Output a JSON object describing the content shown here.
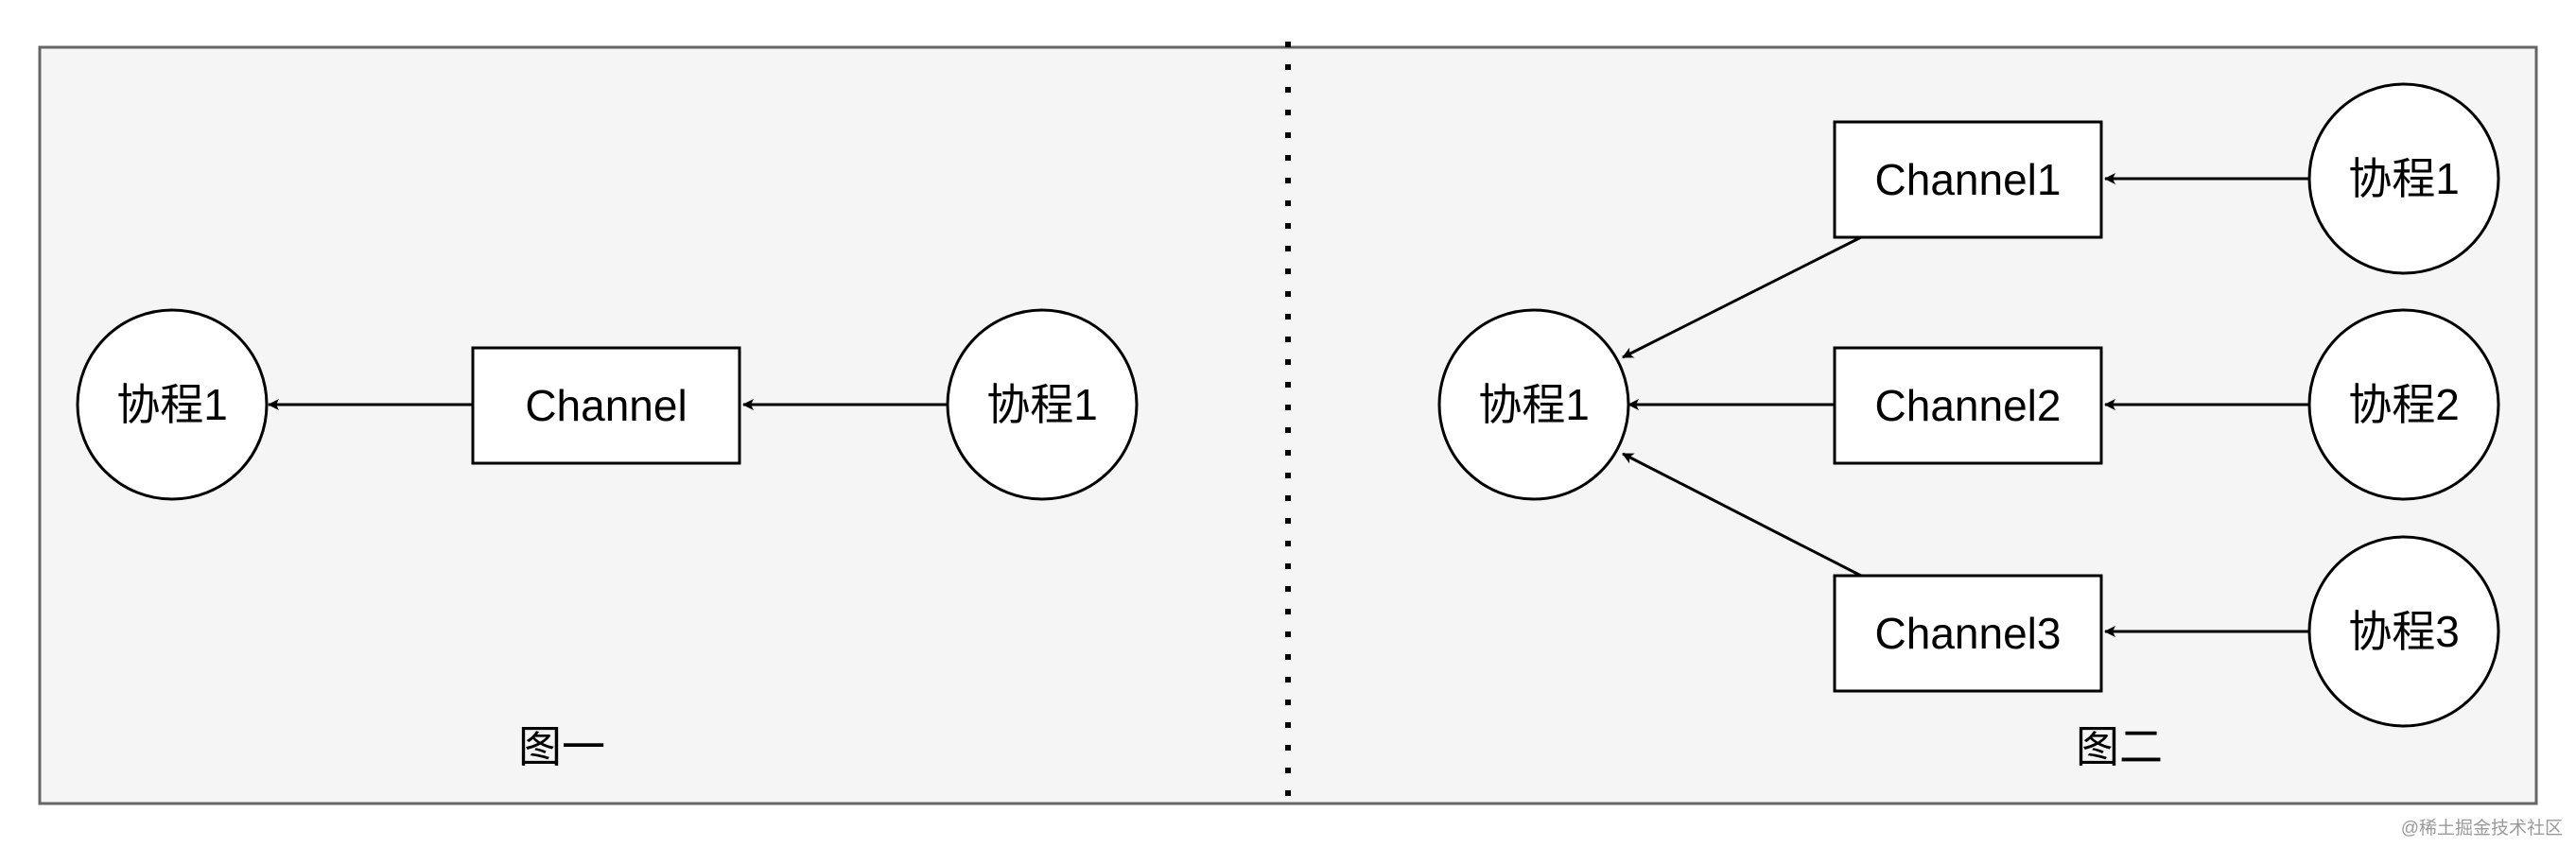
{
  "colors": {
    "panel_fill": "#f5f5f5",
    "panel_border": "#666666",
    "shape_fill": "#ffffff",
    "stroke": "#000000"
  },
  "diagram_left": {
    "caption": "图一",
    "receiver": "协程1",
    "channel": "Channel",
    "sender": "协程1"
  },
  "diagram_right": {
    "caption": "图二",
    "receiver": "协程1",
    "channels": [
      "Channel1",
      "Channel2",
      "Channel3"
    ],
    "senders": [
      "协程1",
      "协程2",
      "协程3"
    ]
  },
  "watermark": "@稀土掘金技术社区"
}
